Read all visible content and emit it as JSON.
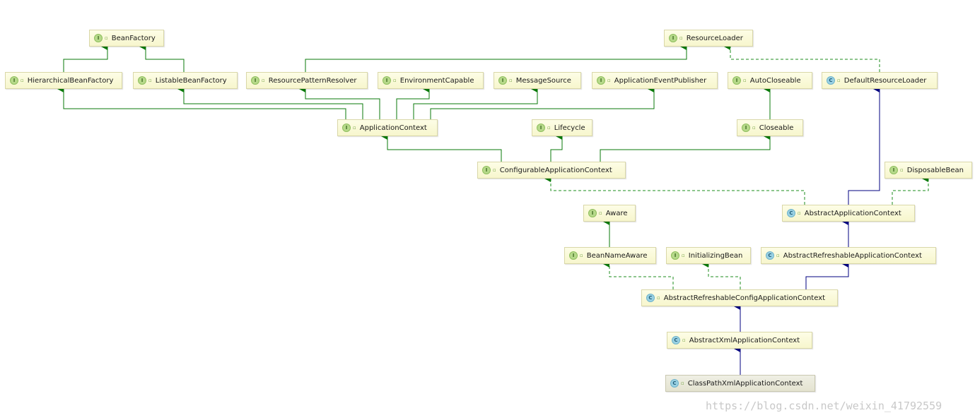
{
  "diagram": {
    "nodes": [
      {
        "id": "beanfactory",
        "name": "BeanFactory",
        "kind": "I"
      },
      {
        "id": "hierarchicalbeanfactory",
        "name": "HierarchicalBeanFactory",
        "kind": "I"
      },
      {
        "id": "listablebeanfactory",
        "name": "ListableBeanFactory",
        "kind": "I"
      },
      {
        "id": "resourcepatternresolver",
        "name": "ResourcePatternResolver",
        "kind": "I"
      },
      {
        "id": "environmentcapable",
        "name": "EnvironmentCapable",
        "kind": "I"
      },
      {
        "id": "messagesource",
        "name": "MessageSource",
        "kind": "I"
      },
      {
        "id": "applicationeventpublisher",
        "name": "ApplicationEventPublisher",
        "kind": "I"
      },
      {
        "id": "resourceloader",
        "name": "ResourceLoader",
        "kind": "I"
      },
      {
        "id": "autocloseable",
        "name": "AutoCloseable",
        "kind": "I"
      },
      {
        "id": "defaultresourceloader",
        "name": "DefaultResourceLoader",
        "kind": "C"
      },
      {
        "id": "applicationcontext",
        "name": "ApplicationContext",
        "kind": "I"
      },
      {
        "id": "lifecycle",
        "name": "Lifecycle",
        "kind": "I"
      },
      {
        "id": "closeable",
        "name": "Closeable",
        "kind": "I"
      },
      {
        "id": "configurableapplicationcontext",
        "name": "ConfigurableApplicationContext",
        "kind": "I"
      },
      {
        "id": "disposablebean",
        "name": "DisposableBean",
        "kind": "I"
      },
      {
        "id": "aware",
        "name": "Aware",
        "kind": "I"
      },
      {
        "id": "abstractapplicationcontext",
        "name": "AbstractApplicationContext",
        "kind": "C"
      },
      {
        "id": "beannameaware",
        "name": "BeanNameAware",
        "kind": "I"
      },
      {
        "id": "initializingbean",
        "name": "InitializingBean",
        "kind": "I"
      },
      {
        "id": "abstractrefreshableapplicationcontext",
        "name": "AbstractRefreshableApplicationContext",
        "kind": "C"
      },
      {
        "id": "abstractrefreshableconfigapplicationcontext",
        "name": "AbstractRefreshableConfigApplicationContext",
        "kind": "C"
      },
      {
        "id": "abstractxmlapplicationcontext",
        "name": "AbstractXmlApplicationContext",
        "kind": "C"
      },
      {
        "id": "classpathxmlapplicationcontext",
        "name": "ClassPathXmlApplicationContext",
        "kind": "C"
      }
    ],
    "edges": [
      {
        "from": "hierarchicalbeanfactory",
        "to": "beanfactory",
        "type": "interface-extends"
      },
      {
        "from": "listablebeanfactory",
        "to": "beanfactory",
        "type": "interface-extends"
      },
      {
        "from": "resourcepatternresolver",
        "to": "resourceloader",
        "type": "interface-extends"
      },
      {
        "from": "defaultresourceloader",
        "to": "resourceloader",
        "type": "implements"
      },
      {
        "from": "applicationcontext",
        "to": "hierarchicalbeanfactory",
        "type": "interface-extends"
      },
      {
        "from": "applicationcontext",
        "to": "listablebeanfactory",
        "type": "interface-extends"
      },
      {
        "from": "applicationcontext",
        "to": "resourcepatternresolver",
        "type": "interface-extends"
      },
      {
        "from": "applicationcontext",
        "to": "environmentcapable",
        "type": "interface-extends"
      },
      {
        "from": "applicationcontext",
        "to": "messagesource",
        "type": "interface-extends"
      },
      {
        "from": "applicationcontext",
        "to": "applicationeventpublisher",
        "type": "interface-extends"
      },
      {
        "from": "closeable",
        "to": "autocloseable",
        "type": "interface-extends"
      },
      {
        "from": "configurableapplicationcontext",
        "to": "applicationcontext",
        "type": "interface-extends"
      },
      {
        "from": "configurableapplicationcontext",
        "to": "lifecycle",
        "type": "interface-extends"
      },
      {
        "from": "configurableapplicationcontext",
        "to": "closeable",
        "type": "interface-extends"
      },
      {
        "from": "abstractapplicationcontext",
        "to": "configurableapplicationcontext",
        "type": "implements"
      },
      {
        "from": "abstractapplicationcontext",
        "to": "defaultresourceloader",
        "type": "class-extends"
      },
      {
        "from": "abstractapplicationcontext",
        "to": "disposablebean",
        "type": "implements"
      },
      {
        "from": "beannameaware",
        "to": "aware",
        "type": "interface-extends"
      },
      {
        "from": "abstractrefreshableapplicationcontext",
        "to": "abstractapplicationcontext",
        "type": "class-extends"
      },
      {
        "from": "abstractrefreshableconfigapplicationcontext",
        "to": "beannameaware",
        "type": "implements"
      },
      {
        "from": "abstractrefreshableconfigapplicationcontext",
        "to": "initializingbean",
        "type": "implements"
      },
      {
        "from": "abstractrefreshableconfigapplicationcontext",
        "to": "abstractrefreshableapplicationcontext",
        "type": "class-extends"
      },
      {
        "from": "abstractxmlapplicationcontext",
        "to": "abstractrefreshableconfigapplicationcontext",
        "type": "class-extends"
      },
      {
        "from": "classpathxmlapplicationcontext",
        "to": "abstractxmlapplicationcontext",
        "type": "class-extends"
      }
    ],
    "colors": {
      "interface_extends": "#0a7a0a",
      "implements": "#1e8c1e",
      "class_extends": "#000080",
      "node_fill": "#f8f7d2",
      "node_border": "#d9d7a8"
    }
  },
  "watermark": "https://blog.csdn.net/weixin_41792559"
}
